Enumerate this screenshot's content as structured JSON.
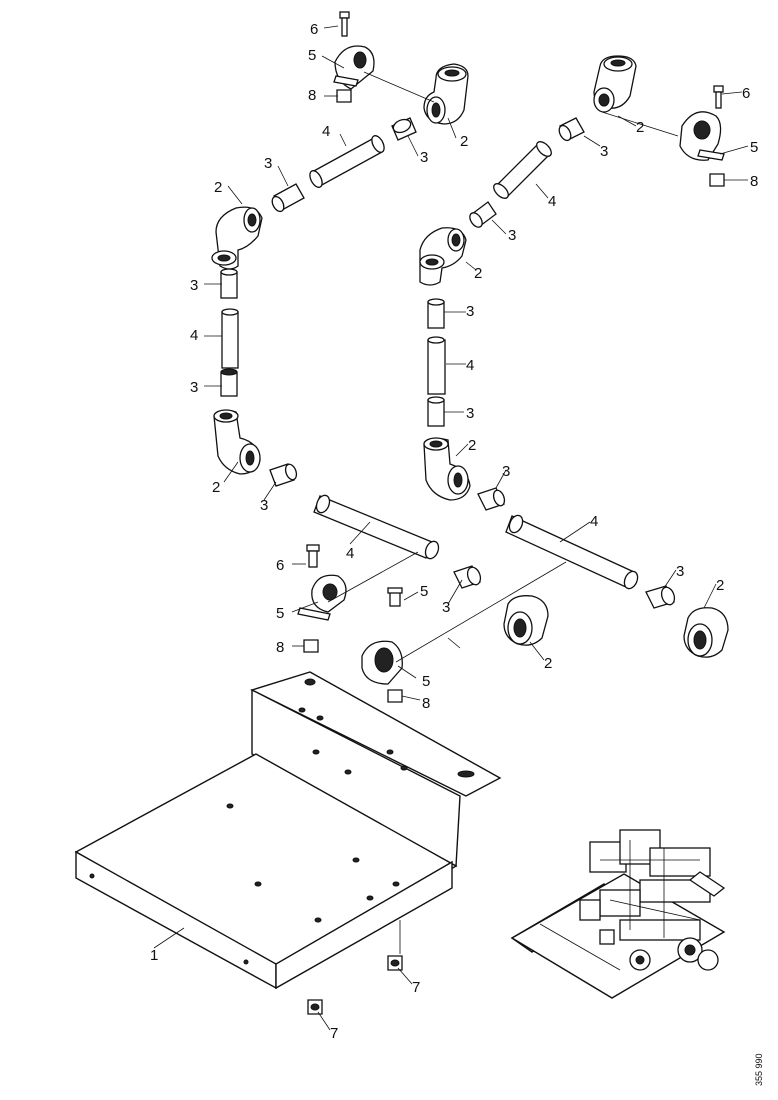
{
  "drawing_ref": "355 990",
  "callouts": [
    {
      "label": "1"
    },
    {
      "label": "2"
    },
    {
      "label": "3"
    },
    {
      "label": "4"
    },
    {
      "label": "5"
    },
    {
      "label": "6"
    },
    {
      "label": "7"
    },
    {
      "label": "8"
    }
  ]
}
